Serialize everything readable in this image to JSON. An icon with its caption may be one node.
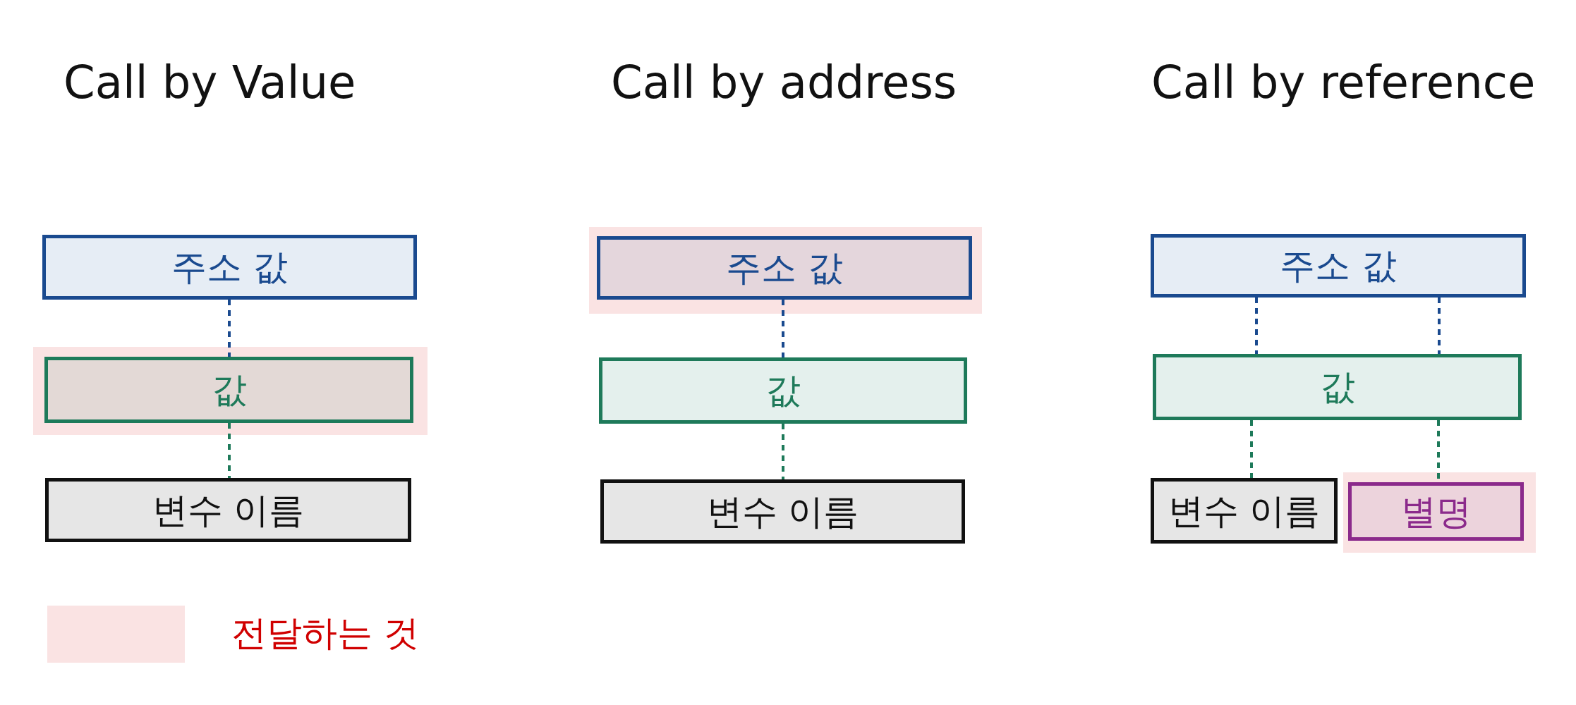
{
  "diagram": {
    "nodes": [
      {
        "text": [
          "주소 값"
        ]
      },
      {
        "text": [
          "값"
        ]
      },
      {
        "text": [
          "변수 이름"
        ]
      },
      {
        "text": [
          "주소 값"
        ]
      },
      {
        "text": [
          "값"
        ]
      },
      {
        "text": [
          "변수 이름"
        ]
      },
      {
        "text": [
          "주소 값"
        ]
      },
      {
        "text": [
          "값"
        ]
      },
      {
        "text": [
          "변수 이름"
        ]
      },
      {
        "text": [
          "별명"
        ]
      }
    ],
    "edges": [
      {
        "from": 0,
        "to": 1,
        "arrow": "none",
        "style": "dashed"
      },
      {
        "from": 1,
        "to": 2,
        "arrow": "none",
        "style": "dashed",
        "color": "#1e7a5a"
      },
      {
        "from": 3,
        "to": 4,
        "arrow": "none",
        "style": "dashed"
      },
      {
        "from": 4,
        "to": 5,
        "arrow": "none",
        "style": "dashed",
        "color": "#1e7a5a"
      },
      {
        "from": 6,
        "to": 7,
        "arrow": "none",
        "style": "dashed"
      },
      {
        "from": 6,
        "to": 7,
        "arrow": "none",
        "style": "dashed"
      },
      {
        "from": 7,
        "to": 8,
        "arrow": "none",
        "style": "dashed",
        "color": "#1e7a5a"
      },
      {
        "from": 7,
        "to": 9,
        "arrow": "none",
        "style": "dashed",
        "color": "#1e7a5a"
      }
    ],
    "labels": [
      "Call by Value",
      "Call by address",
      "Call by reference"
    ],
    "legend": [
      {
        "text": "전달하는 것",
        "color": "#fae3e3"
      }
    ]
  }
}
